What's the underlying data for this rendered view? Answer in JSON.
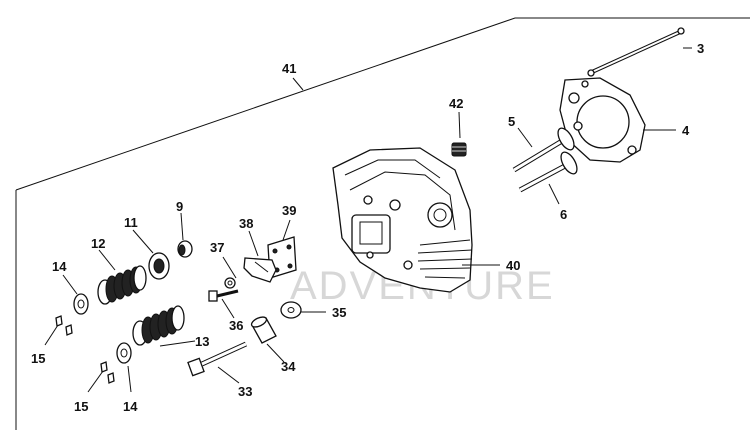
{
  "watermark": "ADVENTURE",
  "callouts": {
    "c3": "3",
    "c4": "4",
    "c5": "5",
    "c6": "6",
    "c9": "9",
    "c11": "11",
    "c12": "12",
    "c13": "13",
    "c14a": "14",
    "c14b": "14",
    "c15a": "15",
    "c15b": "15",
    "c33": "33",
    "c34": "34",
    "c35": "35",
    "c36": "36",
    "c37": "37",
    "c38": "38",
    "c39": "39",
    "c40": "40",
    "c41": "41",
    "c42": "42"
  }
}
